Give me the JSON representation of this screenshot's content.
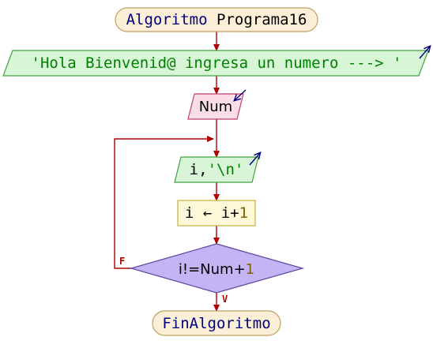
{
  "start": {
    "keyword": "Algoritmo",
    "name": "Programa16"
  },
  "write_1": {
    "text": "'Hola Bienvenid@ ingresa un numero  ---> '"
  },
  "read_1": {
    "variable": "Num"
  },
  "write_2": {
    "var": "i",
    "sep": ",",
    "literal": "'\\n'"
  },
  "assign": {
    "target": "i",
    "arrow": "←",
    "source": "i",
    "op": "+",
    "num": "1"
  },
  "decision": {
    "left": "i!=Num",
    "op": "+",
    "num": "1",
    "false_label": "F",
    "true_label": "V"
  },
  "end": {
    "text": "FinAlgoritmo"
  },
  "colors": {
    "flow_line": "#b00000",
    "keyword": "#000080",
    "literal": "#008000",
    "number": "#806000",
    "terminal_fill": "#fcefd8",
    "terminal_stroke": "#c0a060",
    "write_fill": "#d8f5d8",
    "write_stroke": "#40a040",
    "read_fill": "#fbdde8",
    "read_stroke": "#c04070",
    "assign_fill": "#fcf8d8",
    "assign_stroke": "#c8b040",
    "decision_fill": "#c4b4f4",
    "decision_stroke": "#5a48a0",
    "io_arrow": "#000080"
  }
}
